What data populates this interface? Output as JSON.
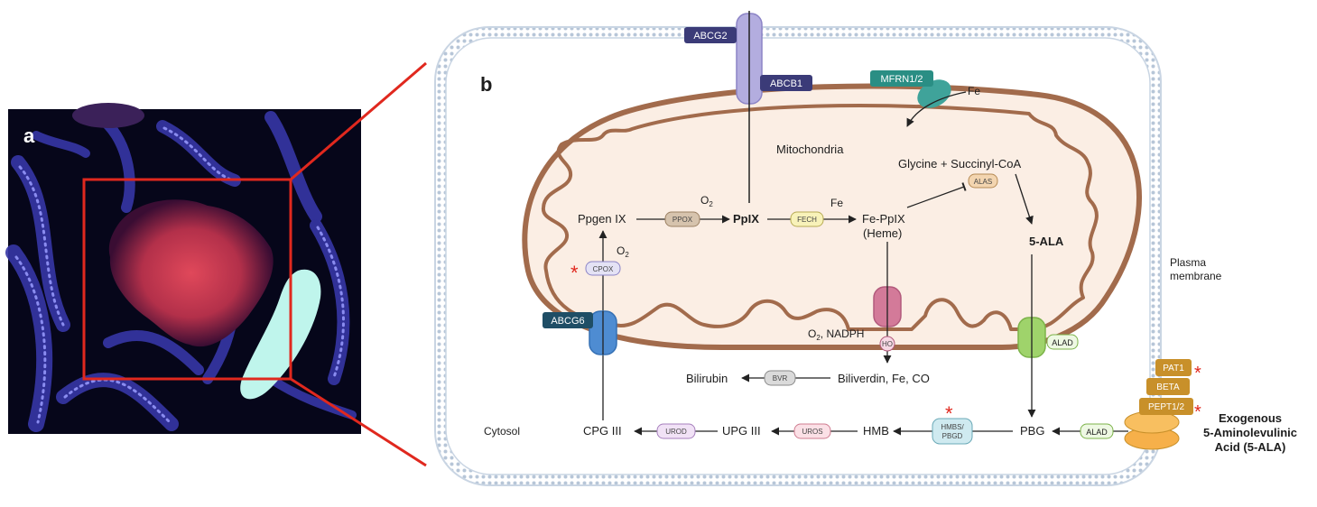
{
  "panel_a": {
    "label": "a"
  },
  "panel_b": {
    "label": "b",
    "compartments": {
      "mitochondria": "Mitochondria",
      "cytosol": "Cytosol",
      "plasma_membrane_1": "Plasma",
      "plasma_membrane_2": "membrane"
    },
    "transporters": {
      "abcg2": "ABCG2",
      "abcb1": "ABCB1",
      "mfrn": "MFRN1/2",
      "abcg6": "ABCG6",
      "pat1": "PAT1",
      "beta": "BETA",
      "pept": "PEPT1/2"
    },
    "metabolites": {
      "fe_in": "Fe",
      "glycine": "Glycine + Succinyl-CoA",
      "ala": "5-ALA",
      "ppgen": "Ppgen IX",
      "ppix": "PpIX",
      "fe_fech": "Fe",
      "heme_1": "Fe-PpIX",
      "heme_2": "(Heme)",
      "o2_ppox": "O",
      "o2_cpox": "O",
      "o2_nadph_a": "O",
      "o2_nadph_b": ", NADPH",
      "o2_sub": "2",
      "biliverdin": "Biliverdin, Fe, CO",
      "bilirubin": "Bilirubin",
      "cpg": "CPG III",
      "upg": "UPG III",
      "hmb": "HMB",
      "pbg": "PBG",
      "exo_1": "Exogenous",
      "exo_2": "5-Aminolevulinic",
      "exo_3": "Acid (5-ALA)"
    },
    "enzymes": {
      "alas": "ALAS",
      "ppox": "PPOX",
      "fech": "FECH",
      "cpox": "CPOX",
      "ho": "HO",
      "bvr": "BVR",
      "urod": "UROD",
      "uros": "UROS",
      "hmbs_1": "HMBS/",
      "hmbs_2": "PBGD",
      "alad_mito": "ALAD",
      "alad_cyto": "ALAD"
    },
    "markers": {
      "asterisk": "*"
    },
    "colors": {
      "mito_outer": "#a26b4c",
      "mito_fill": "#fbeee4",
      "cell_membrane": "#c9d5e3",
      "abc_transporter": "#3b3b78",
      "abcb1_channel": "#b3addf",
      "mfrn": "#2a8e84",
      "abcg6": "#4e8cd2",
      "alad_channel": "#9fd36b",
      "pbgd_channel": "#d37a99",
      "solute_carrier": "#c8902a",
      "asterisk": "#e0281e",
      "zoom_lines": "#e0281e"
    }
  }
}
